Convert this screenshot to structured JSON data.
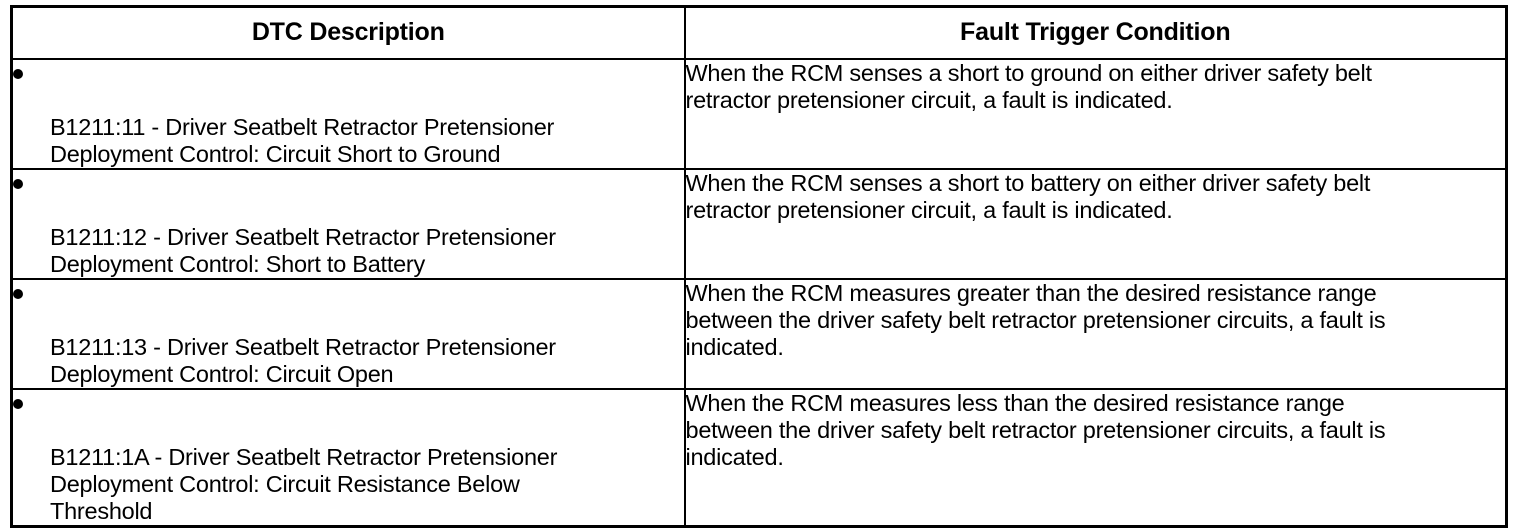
{
  "table": {
    "headers": {
      "description": "DTC Description",
      "condition": "Fault Trigger Condition"
    },
    "bullet_glyph": "filled-circle",
    "rows": [
      {
        "dtc_description": "B1211:11 - Driver Seatbelt Retractor Pretensioner\nDeployment Control: Circuit Short to Ground",
        "fault_trigger_condition": "When the RCM senses a short to ground on either driver safety belt\nretractor pretensioner circuit, a fault is indicated."
      },
      {
        "dtc_description": "B1211:12 - Driver Seatbelt Retractor Pretensioner\nDeployment Control: Short to Battery",
        "fault_trigger_condition": "When the RCM senses a short to battery on either driver safety belt\nretractor pretensioner circuit, a fault is indicated."
      },
      {
        "dtc_description": "B1211:13 - Driver Seatbelt Retractor Pretensioner\nDeployment Control: Circuit Open",
        "fault_trigger_condition": "When the RCM measures greater than the desired resistance range\nbetween the driver safety belt retractor pretensioner circuits, a fault is\nindicated."
      },
      {
        "dtc_description": "B1211:1A - Driver Seatbelt Retractor Pretensioner\nDeployment Control: Circuit Resistance Below\nThreshold",
        "fault_trigger_condition": "When the RCM measures less than the desired resistance range\nbetween the driver safety belt retractor pretensioner circuits, a fault is\nindicated."
      }
    ]
  },
  "colors": {
    "border": "#000000",
    "text": "#000000",
    "background": "#ffffff"
  }
}
